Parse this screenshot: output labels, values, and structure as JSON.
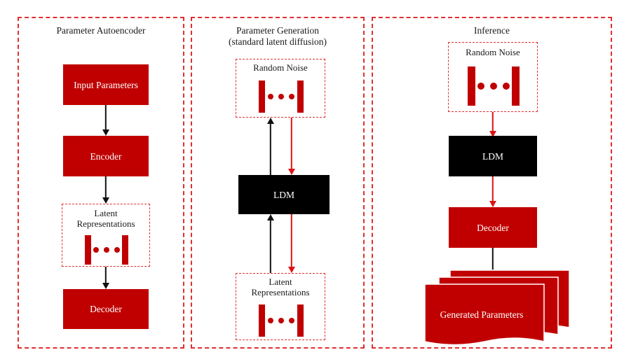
{
  "diagram": {
    "title_font_color": "#1a1a1a",
    "accent_red": "#c00000",
    "arrow_red": "#dc1414",
    "dash_red": "#e03030",
    "black": "#000000"
  },
  "panels": [
    {
      "id": "parameter-autoencoder",
      "title": "Parameter Autoencoder",
      "blocks": [
        {
          "id": "input-parameters",
          "label": "Input Parameters",
          "fill": "red"
        },
        {
          "id": "encoder",
          "label": "Encoder",
          "fill": "red"
        },
        {
          "id": "decoder",
          "label": "Decoder",
          "fill": "red"
        }
      ],
      "groups": [
        {
          "id": "latent-representations",
          "label": "Latent\nRepresentations"
        }
      ],
      "arrows": [
        {
          "id": "input-to-encoder",
          "color": "black",
          "direction": "down"
        },
        {
          "id": "encoder-to-latent",
          "color": "black",
          "direction": "down"
        },
        {
          "id": "latent-to-decoder",
          "color": "black",
          "direction": "down"
        }
      ]
    },
    {
      "id": "parameter-generation",
      "title": "Parameter Generation\n(standard latent diffusion)",
      "blocks": [
        {
          "id": "ldm",
          "label": "LDM",
          "fill": "black"
        }
      ],
      "groups": [
        {
          "id": "random-noise",
          "label": "Random Noise"
        },
        {
          "id": "latent-representations",
          "label": "Latent\nRepresentations"
        }
      ],
      "arrows": [
        {
          "id": "ldm-to-noise",
          "color": "black",
          "direction": "up"
        },
        {
          "id": "noise-to-ldm",
          "color": "red",
          "direction": "down"
        },
        {
          "id": "latent-to-ldm",
          "color": "black",
          "direction": "up"
        },
        {
          "id": "ldm-to-latent",
          "color": "red",
          "direction": "down"
        }
      ]
    },
    {
      "id": "inference",
      "title": "Inference",
      "blocks": [
        {
          "id": "ldm",
          "label": "LDM",
          "fill": "black"
        },
        {
          "id": "decoder",
          "label": "Decoder",
          "fill": "red"
        }
      ],
      "groups": [
        {
          "id": "random-noise",
          "label": "Random Noise"
        }
      ],
      "stacks": [
        {
          "id": "generated-parameters",
          "label": "Generated Parameters",
          "sheets": 3
        }
      ],
      "arrows": [
        {
          "id": "noise-to-ldm",
          "color": "red",
          "direction": "down"
        },
        {
          "id": "ldm-to-decoder",
          "color": "red",
          "direction": "down"
        },
        {
          "id": "decoder-to-generated",
          "color": "black",
          "direction": "down"
        }
      ]
    }
  ]
}
